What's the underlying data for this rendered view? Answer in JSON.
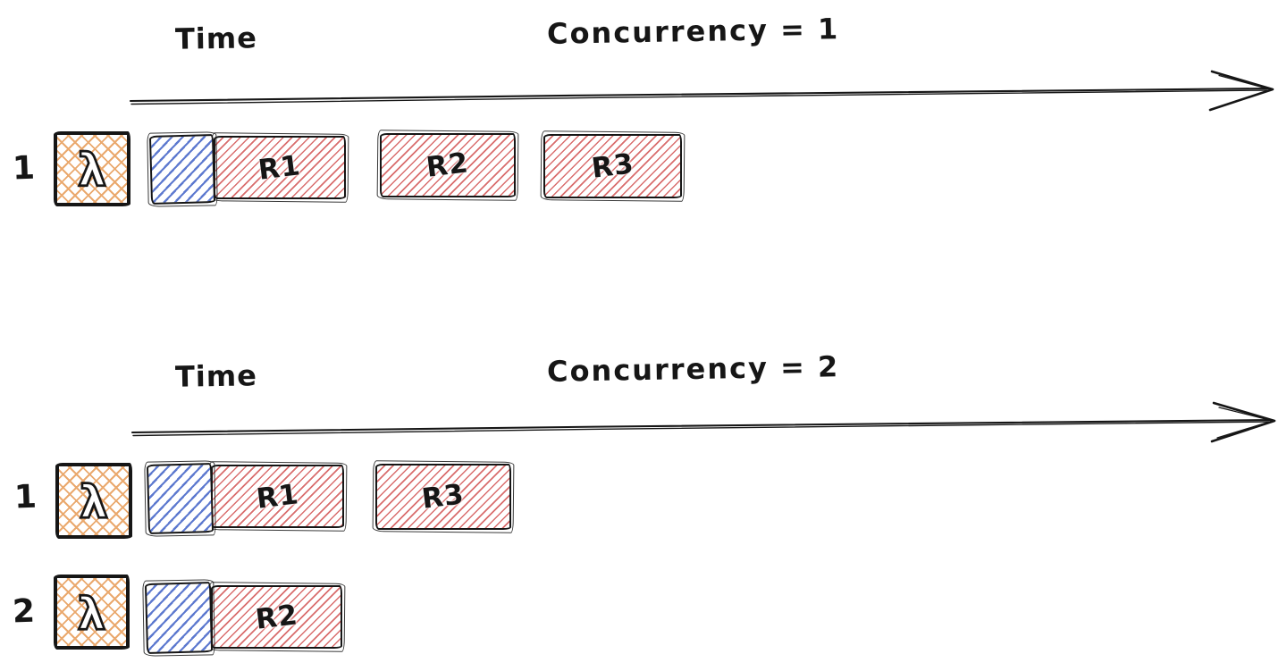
{
  "colors": {
    "ink": "#161616",
    "request_red": "#d96d6d",
    "cold_start_blue": "#5d79cf",
    "lambda_orange": "#eaa96e",
    "background": "#ffffff"
  },
  "icons": {
    "lambda_glyph": "λ",
    "time_axis": "right-arrow"
  },
  "sections": [
    {
      "time_label": "Time",
      "title": "Concurrency = 1",
      "rows": [
        {
          "index": "1",
          "requests": [
            "R1",
            "R2",
            "R3"
          ]
        }
      ]
    },
    {
      "time_label": "Time",
      "title": "Concurrency = 2",
      "rows": [
        {
          "index": "1",
          "requests": [
            "R1",
            "R3"
          ]
        },
        {
          "index": "2",
          "requests": [
            "R2"
          ]
        }
      ]
    }
  ]
}
